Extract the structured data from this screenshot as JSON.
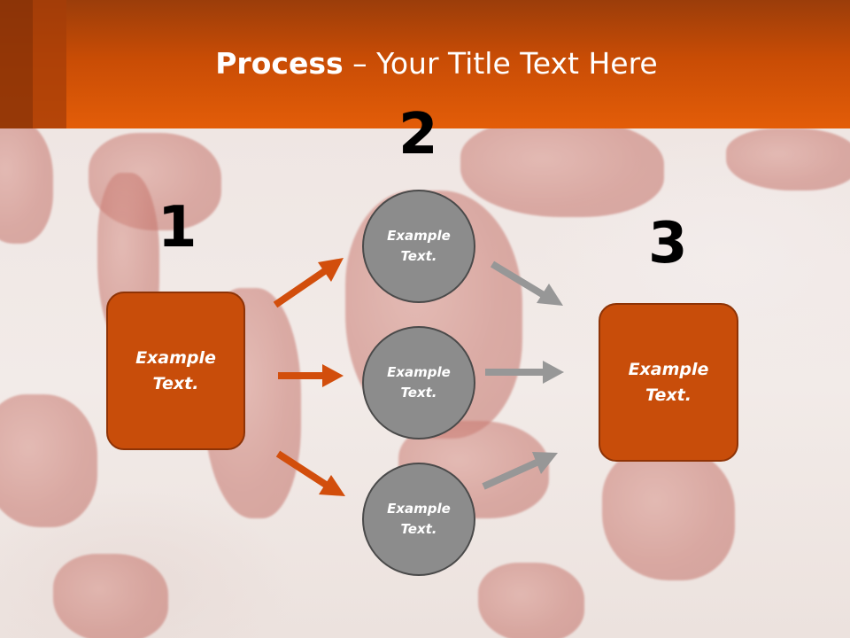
{
  "header": {
    "title_bold": "Process",
    "title_rest": " – Your Title Text Here"
  },
  "steps": [
    {
      "number": "1",
      "label": "Example\nText."
    },
    {
      "number": "2",
      "label": "Example\nText."
    },
    {
      "number": "3",
      "label": "Example\nText."
    }
  ],
  "circles": [
    {
      "label": "Example\nText."
    },
    {
      "label": "Example\nText."
    },
    {
      "label": "Example\nText."
    }
  ],
  "colors": {
    "accent": "#c84d0a",
    "header_orange": "#e35d08",
    "circle_gray": "#8c8c8c",
    "arrow_orange": "#d24e0c",
    "arrow_gray": "#979797"
  }
}
